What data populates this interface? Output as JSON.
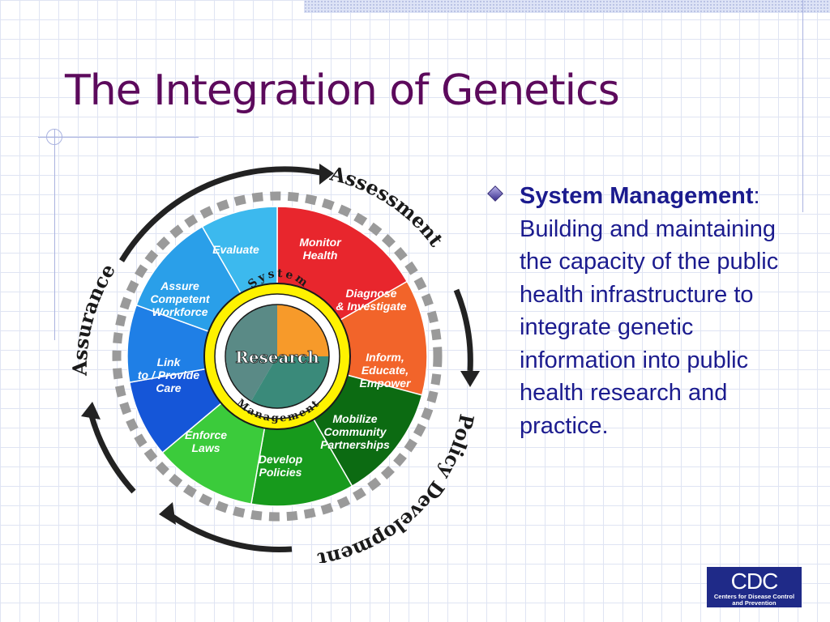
{
  "slide": {
    "title": "The Integration of Genetics"
  },
  "bullet": {
    "heading": "System Management",
    "colon": ":",
    "body": "Building and maintaining the capacity of the public health infrastructure to integrate genetic information into public health research and practice."
  },
  "diagram": {
    "sectors": [
      {
        "id": "monitor-health",
        "lines": [
          "Monitor",
          "Health"
        ],
        "color": "#e8262d"
      },
      {
        "id": "diagnose-investigate",
        "lines": [
          "Diagnose",
          "& Investigate"
        ],
        "color": "#f2642a"
      },
      {
        "id": "inform-educate-empower",
        "lines": [
          "Inform,",
          "Educate,",
          "Empower"
        ],
        "color": "#0c6b12"
      },
      {
        "id": "mobilize-community-partnerships",
        "lines": [
          "Mobilize",
          "Community",
          "Partnerships"
        ],
        "color": "#179a1c"
      },
      {
        "id": "develop-policies",
        "lines": [
          "Develop",
          "Policies"
        ],
        "color": "#3bcb3b"
      },
      {
        "id": "enforce-laws",
        "lines": [
          "Enforce",
          "Laws"
        ],
        "color": "#1556d8"
      },
      {
        "id": "link-provide-care",
        "lines": [
          "Link",
          "to / Provide",
          "Care"
        ],
        "color": "#1f7fe6"
      },
      {
        "id": "assure-competent-workforce",
        "lines": [
          "Assure",
          "Competent",
          "Workforce"
        ],
        "color": "#2a9fe9"
      },
      {
        "id": "evaluate",
        "lines": [
          "Evaluate"
        ],
        "color": "#3cb9ee"
      }
    ],
    "center": {
      "label": "Research",
      "ring_top": "System",
      "ring_bottom": "Management"
    },
    "outer_labels": {
      "assessment": "Assessment",
      "policy_development": "Policy Development",
      "assurance": "Assurance"
    },
    "colors": {
      "outline": "#1a1a1a",
      "ring_yellow": "#fff200",
      "center_orange": "#f79a2a",
      "center_teal": "#3a8a7a",
      "center_gray": "#5a8a86",
      "label_text": "#ffffff"
    }
  },
  "logo": {
    "big": "CDC",
    "line1": "Centers for Disease Control",
    "line2": "and Prevention"
  }
}
